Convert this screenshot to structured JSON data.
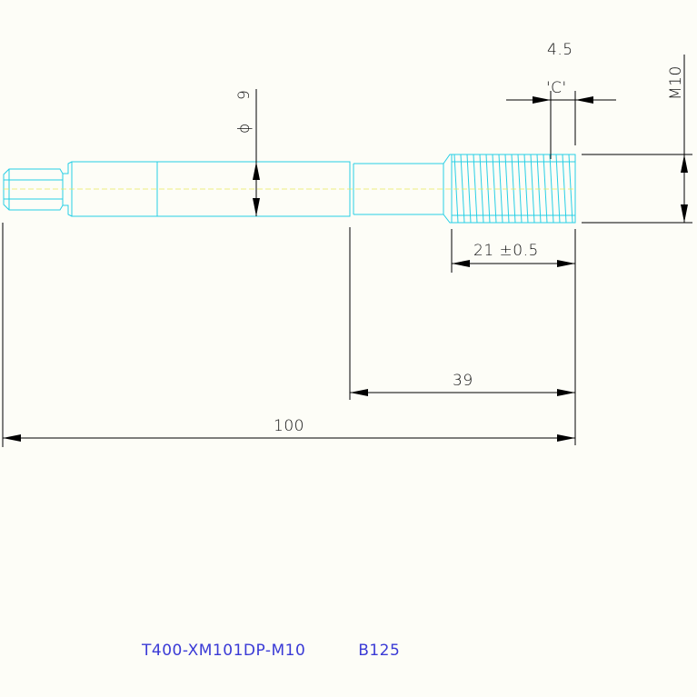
{
  "dimensions": {
    "thread_pitch_value": "4.5",
    "thread_c_label": "'C'",
    "thread_size": "M10",
    "diameter_symbol": "ϕ",
    "diameter_value": "9",
    "thread_length": "21 ±0.5",
    "partial_length": "39",
    "overall_length": "100"
  },
  "title_block": {
    "part_number": "T400-XM101DP-M10",
    "code": "B125"
  },
  "colors": {
    "part_outline": "#27cfe6",
    "centerline": "#e8e85a",
    "dimension": "#000000",
    "title_text": "#3a3ad6",
    "background": "#fdfdf7"
  }
}
